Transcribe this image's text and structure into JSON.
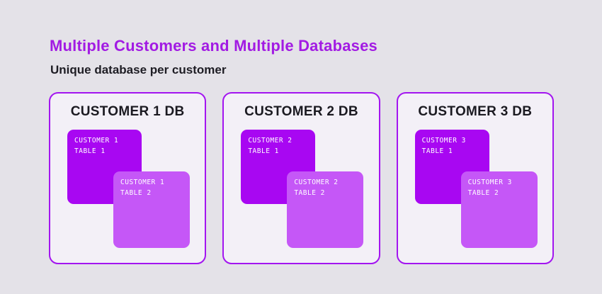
{
  "header": {
    "title": "Multiple Customers and Multiple Databases",
    "subtitle": "Unique database per customer"
  },
  "colors": {
    "page_background": "#E4E2E8",
    "card_background": "#F3F0F7",
    "card_border": "#A315F0",
    "heading_purple": "#A21BE3",
    "table1_fill": "#A807F2",
    "table2_fill": "#C557F7",
    "dark_text": "#1E1D24",
    "table_label_text": "#FFFFFF"
  },
  "cards": [
    {
      "title": "CUSTOMER 1 DB",
      "tables": [
        {
          "line1": "CUSTOMER 1",
          "line2": "TABLE 1"
        },
        {
          "line1": "CUSTOMER 1",
          "line2": "TABLE 2"
        }
      ]
    },
    {
      "title": "CUSTOMER 2 DB",
      "tables": [
        {
          "line1": "CUSTOMER 2",
          "line2": "TABLE 1"
        },
        {
          "line1": "CUSTOMER 2",
          "line2": "TABLE 2"
        }
      ]
    },
    {
      "title": "CUSTOMER 3 DB",
      "tables": [
        {
          "line1": "CUSTOMER 3",
          "line2": "TABLE 1"
        },
        {
          "line1": "CUSTOMER 3",
          "line2": "TABLE 2"
        }
      ]
    }
  ]
}
